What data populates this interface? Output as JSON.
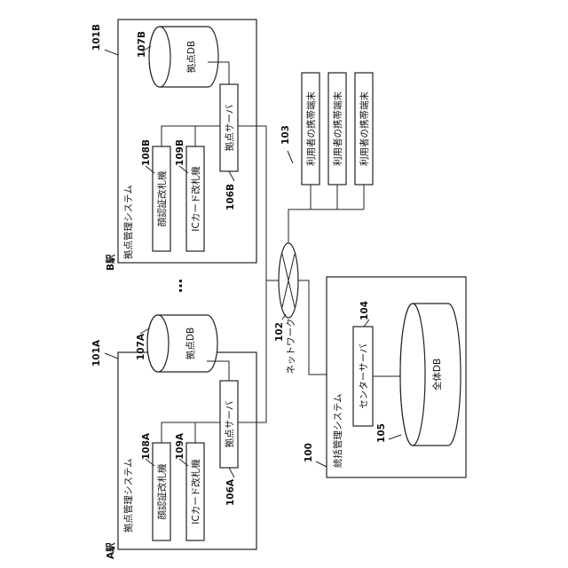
{
  "stations": [
    {
      "station_label": "A駅",
      "site_id": "101A",
      "system_name": "拠点管理システム",
      "db_id": "107A",
      "db_name": "拠点DB",
      "server_id": "106A",
      "server_name": "拠点サーバ",
      "face_gate_id": "108A",
      "face_gate_name": "顔認証改札機",
      "ic_gate_id": "109A",
      "ic_gate_name": "ICカード改札機"
    },
    {
      "station_label": "B駅",
      "site_id": "101B",
      "system_name": "拠点管理システム",
      "db_id": "107B",
      "db_name": "拠点DB",
      "server_id": "106B",
      "server_name": "拠点サーバ",
      "face_gate_id": "108B",
      "face_gate_name": "顔認証改札機",
      "ic_gate_id": "109B",
      "ic_gate_name": "ICカード改札機"
    }
  ],
  "ellipsis": "…",
  "network": {
    "id": "102",
    "name": "ネットワーク"
  },
  "terminals": {
    "id": "103",
    "items": [
      "利用者の携帯端末",
      "利用者の携帯端末",
      "利用者の携帯端末"
    ]
  },
  "central": {
    "id": "100",
    "system_name": "統括管理システム",
    "server_id": "104",
    "server_name": "センターサーバ",
    "db_id": "105",
    "db_name": "全体DB"
  }
}
